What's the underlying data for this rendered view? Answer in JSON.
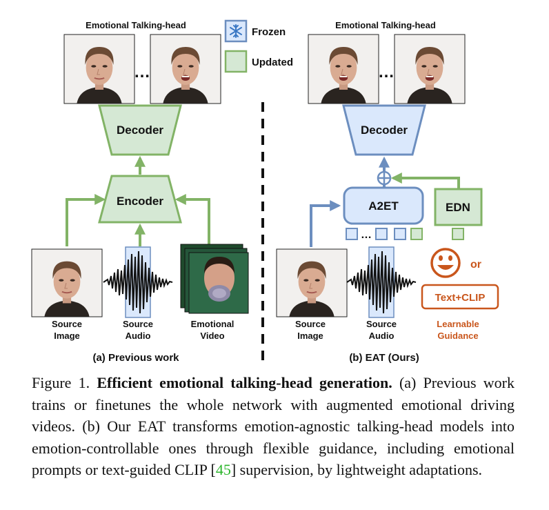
{
  "legend": {
    "frozen": "Frozen",
    "updated": "Updated"
  },
  "colors": {
    "green_fill": "#d5e8d4",
    "green_stroke": "#82b366",
    "blue_fill": "#dae8fc",
    "blue_stroke": "#6c8ebf",
    "orange": "#c9561c",
    "text": "#111111"
  },
  "panel_a": {
    "title": "Emotional Talking-head",
    "decoder": "Decoder",
    "encoder": "Encoder",
    "inputs": [
      {
        "line1": "Source",
        "line2": "Image"
      },
      {
        "line1": "Source",
        "line2": "Audio"
      },
      {
        "line1": "Emotional",
        "line2": "Video"
      }
    ],
    "ellipsis": "…",
    "caption": "(a) Previous work"
  },
  "panel_b": {
    "title": "Emotional Talking-head",
    "decoder": "Decoder",
    "a2et": "A2ET",
    "edn": "EDN",
    "inputs": [
      {
        "line1": "Source",
        "line2": "Image"
      },
      {
        "line1": "Source",
        "line2": "Audio"
      },
      {
        "line1": "Learnable",
        "line2": "Guidance"
      }
    ],
    "or": "or",
    "text_clip": "Text+CLIP",
    "ellipsis": "…",
    "caption": "(b) EAT (Ours)"
  },
  "caption": {
    "label": "Figure 1.",
    "title": "Efficient emotional talking-head generation.",
    "text1": "(a) Previous work trains or finetunes the whole network with augmented emotional driving videos. (b) Our EAT transforms emotion-agnostic talking-head models into emotion-controllable ones through flexible guidance, including emotional prompts or text-guided CLIP [",
    "cite": "45",
    "text2": "] supervision, by lightweight adaptations."
  }
}
